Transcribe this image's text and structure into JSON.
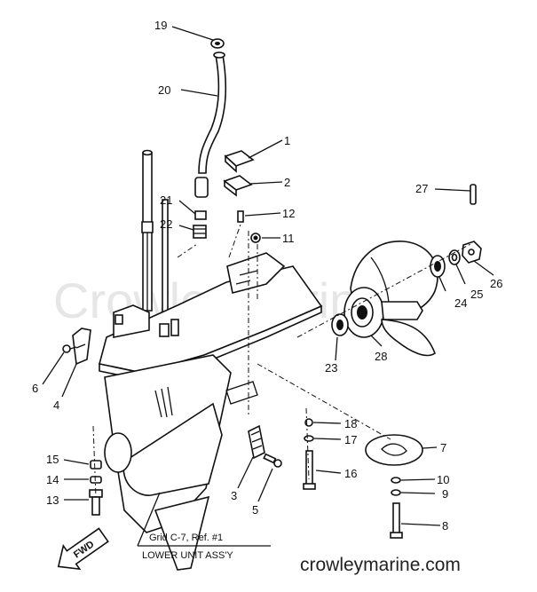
{
  "watermark": "CrowleyMarine",
  "site_footer": "crowleymarine.com",
  "caption": {
    "line1": "Grid C-7,  Ref. #1",
    "line2": "LOWER UNIT ASS'Y"
  },
  "fwd_mark": "FWD",
  "callouts": {
    "p1": "1",
    "p2": "2",
    "p3": "3",
    "p4": "4",
    "p5": "5",
    "p6": "6",
    "p7": "7",
    "p8": "8",
    "p9": "9",
    "p10": "10",
    "p11": "11",
    "p12": "12",
    "p13": "13",
    "p14": "14",
    "p15": "15",
    "p16": "16",
    "p17": "17",
    "p18": "18",
    "p19": "19",
    "p20": "20",
    "p21": "21",
    "p22": "22",
    "p23": "23",
    "p24": "24",
    "p25": "25",
    "p26": "26",
    "p27": "27",
    "p28": "28"
  }
}
